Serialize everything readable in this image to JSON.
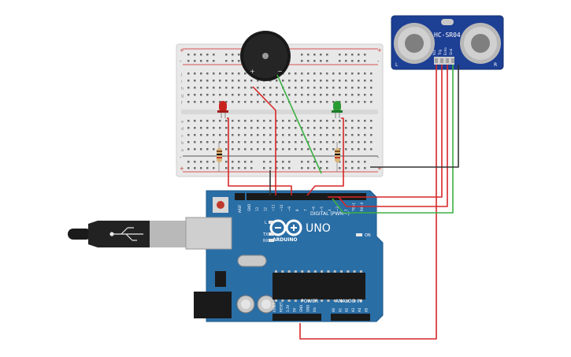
{
  "sensor": {
    "model": "HC-SR04",
    "corner_left": "L",
    "corner_right": "R",
    "pins": [
      "Vcc",
      "Trig",
      "Echo",
      "Gnd"
    ],
    "board_color": "#1d3f94"
  },
  "board": {
    "brand": "ARDUINO",
    "model": "UNO",
    "digital_header": "DIGITAL (PWM~)",
    "power_header": "POWER",
    "analog_header": "ANALOG IN",
    "on_label": "ON",
    "l_label": "L",
    "tx_label": "TX",
    "rx_label": "RX",
    "aref_label": "AREF",
    "digital_pins": [
      "GND",
      "13",
      "12",
      "~11",
      "~10",
      "~9",
      "8",
      "7",
      "~6",
      "~5",
      "4",
      "~3",
      "2",
      "TX→1",
      "RX←0"
    ],
    "power_pins": [
      "IOREF",
      "RESET",
      "3.3V",
      "5V",
      "GND",
      "GND",
      "Vin"
    ],
    "analog_pins": [
      "A0",
      "A1",
      "A2",
      "A3",
      "A4",
      "A5"
    ],
    "board_color": "#2a6ea6"
  },
  "breadboard": {
    "row_letters_top": [
      "j",
      "i",
      "h",
      "g",
      "f"
    ],
    "row_letters_bottom": [
      "e",
      "d",
      "c",
      "b",
      "a"
    ],
    "rail_plus": "+",
    "rail_minus": "-"
  },
  "buzzer": {
    "plus": "+",
    "minus": "−"
  },
  "components": {
    "led_red_color": "#c8231f",
    "led_green_color": "#2a9a35"
  },
  "wire_colors": {
    "red": "#d62728",
    "green": "#3cb043",
    "black": "#333333"
  }
}
